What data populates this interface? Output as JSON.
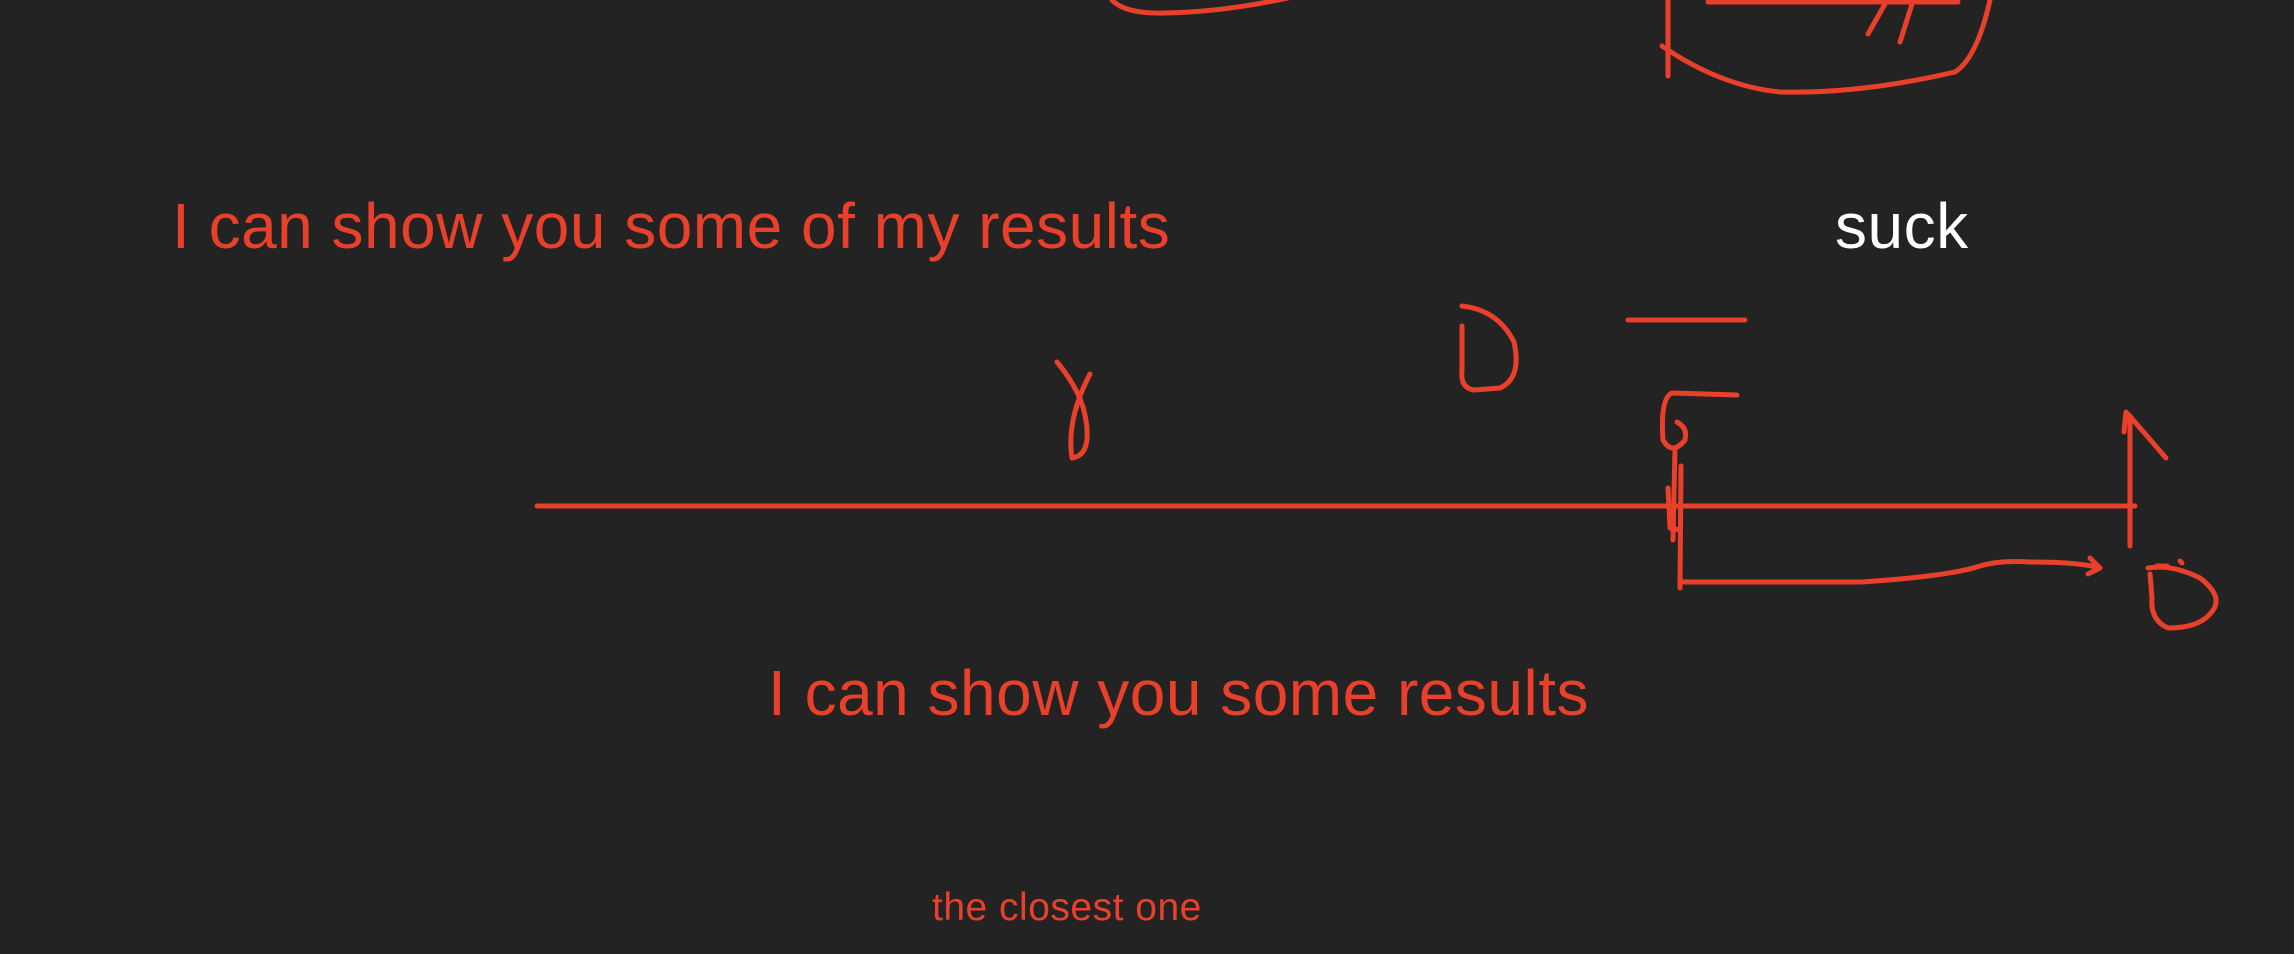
{
  "board": {
    "line_1": "I can show you some of my results",
    "word_suck": "suck",
    "line_2": "I can show you some results",
    "line_3": "the closest one"
  },
  "colors": {
    "background": "#232323",
    "ink": "#e8402a",
    "white_text": "#ffffff"
  }
}
